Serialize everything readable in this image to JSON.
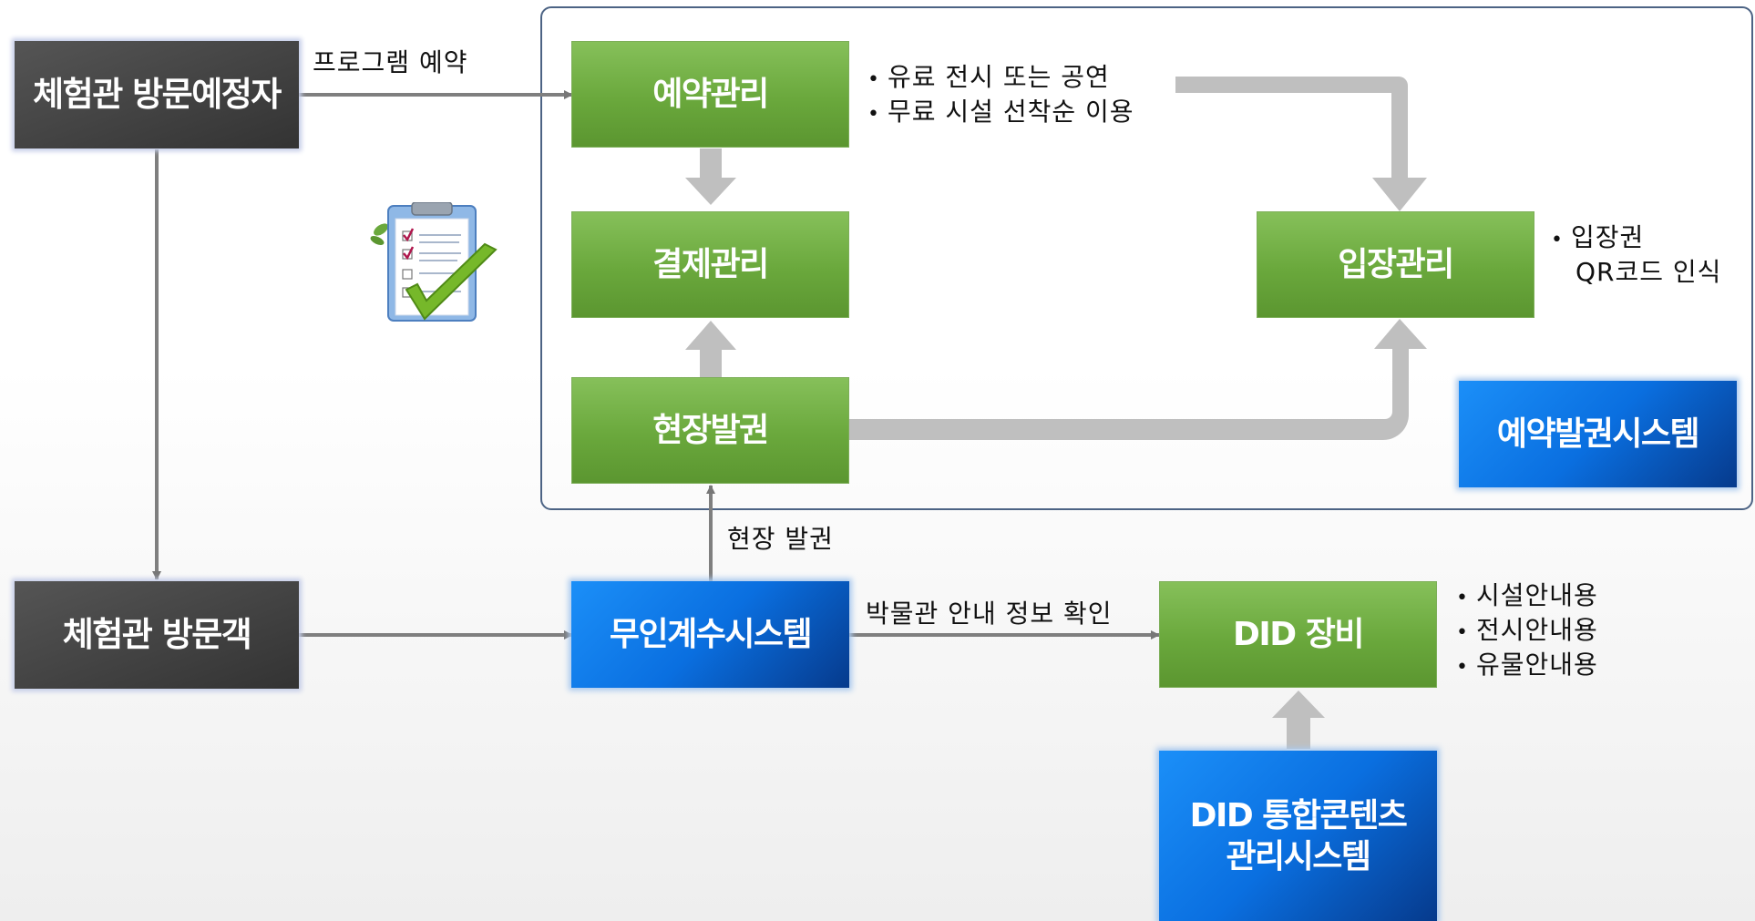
{
  "nodes": {
    "pre_visitor": "체험관 방문예정자",
    "visitor": "체험관 방문객",
    "reservation": "예약관리",
    "payment": "결제관리",
    "onsite_ticket": "현장발권",
    "entry": "입장관리",
    "reservation_system": "예약발권시스템",
    "unmanned_counter": "무인계수시스템",
    "did_equipment": "DID 장비",
    "did_cms_line1": "DID 통합콘텐츠",
    "did_cms_line2": "관리시스템"
  },
  "edge_labels": {
    "program_reservation": "프로그램 예약",
    "onsite_issue": "현장 발권",
    "museum_info": "박물관 안내 정보 확인"
  },
  "notes": {
    "reservation": [
      "유료 전시 또는 공연",
      "무료 시설 선착순 이용"
    ],
    "entry": [
      "입장권",
      "QR코드 인식"
    ],
    "did": [
      "시설안내용",
      "전시안내용",
      "유물안내용"
    ]
  },
  "icons": {
    "clipboard": "clipboard-checklist-icon"
  },
  "colors": {
    "green": "#6aa83c",
    "blue": "#0a6fe0",
    "dark": "#444444",
    "arrow": "#bfbfbf",
    "frame": "#4c6384"
  }
}
